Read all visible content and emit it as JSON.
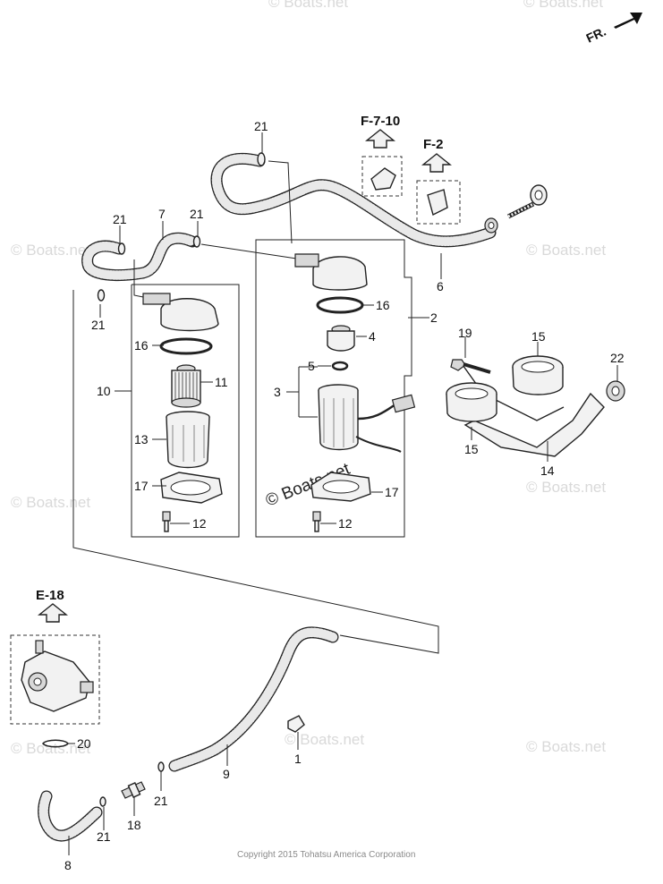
{
  "direction_label": "FR.",
  "copyright": "Copyright 2015 Tohatsu America Corporation",
  "watermarks": {
    "small": "© Boats.net",
    "center": "© Boats.net"
  },
  "refs": {
    "f710": "F-7-10",
    "f2": "F-2",
    "e18": "E-18"
  },
  "callouts": {
    "c1": "1",
    "c2": "2",
    "c3": "3",
    "c4": "4",
    "c5": "5",
    "c6": "6",
    "c7": "7",
    "c8": "8",
    "c9": "9",
    "c10": "10",
    "c11": "11",
    "c12a": "12",
    "c12b": "12",
    "c13": "13",
    "c14": "14",
    "c15a": "15",
    "c15b": "15",
    "c16a": "16",
    "c16b": "16",
    "c17a": "17",
    "c17b": "17",
    "c18": "18",
    "c19": "19",
    "c20": "20",
    "c21a": "21",
    "c21b": "21",
    "c21c": "21",
    "c21d": "21",
    "c21e": "21",
    "c21f": "21",
    "c22": "22"
  }
}
